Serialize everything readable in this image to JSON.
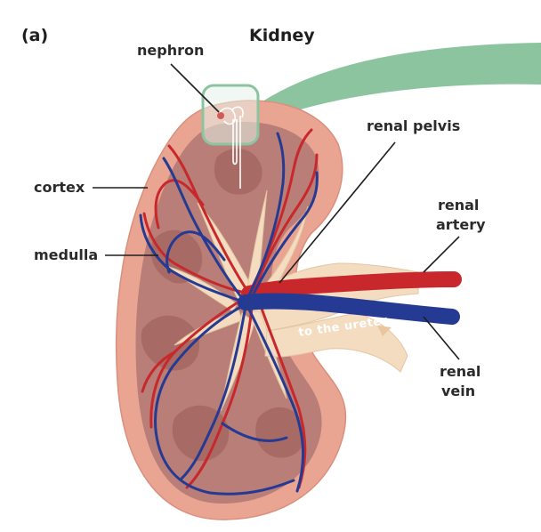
{
  "panel_label": "(a)",
  "title": "Kidney",
  "labels": {
    "nephron": "nephron",
    "renal_pelvis": "renal pelvis",
    "cortex": "cortex",
    "medulla": "medulla",
    "renal_artery_line1": "renal",
    "renal_artery_line2": "artery",
    "renal_vein_line1": "renal",
    "renal_vein_line2": "vein",
    "ureter": "to the ureter"
  },
  "colors": {
    "cortex": "#eaa592",
    "medulla": "#b97e77",
    "pelvis": "#f3dcbf",
    "artery": "#c8282c",
    "vein": "#253a92",
    "zoom_callout": "#8cc4a0"
  }
}
